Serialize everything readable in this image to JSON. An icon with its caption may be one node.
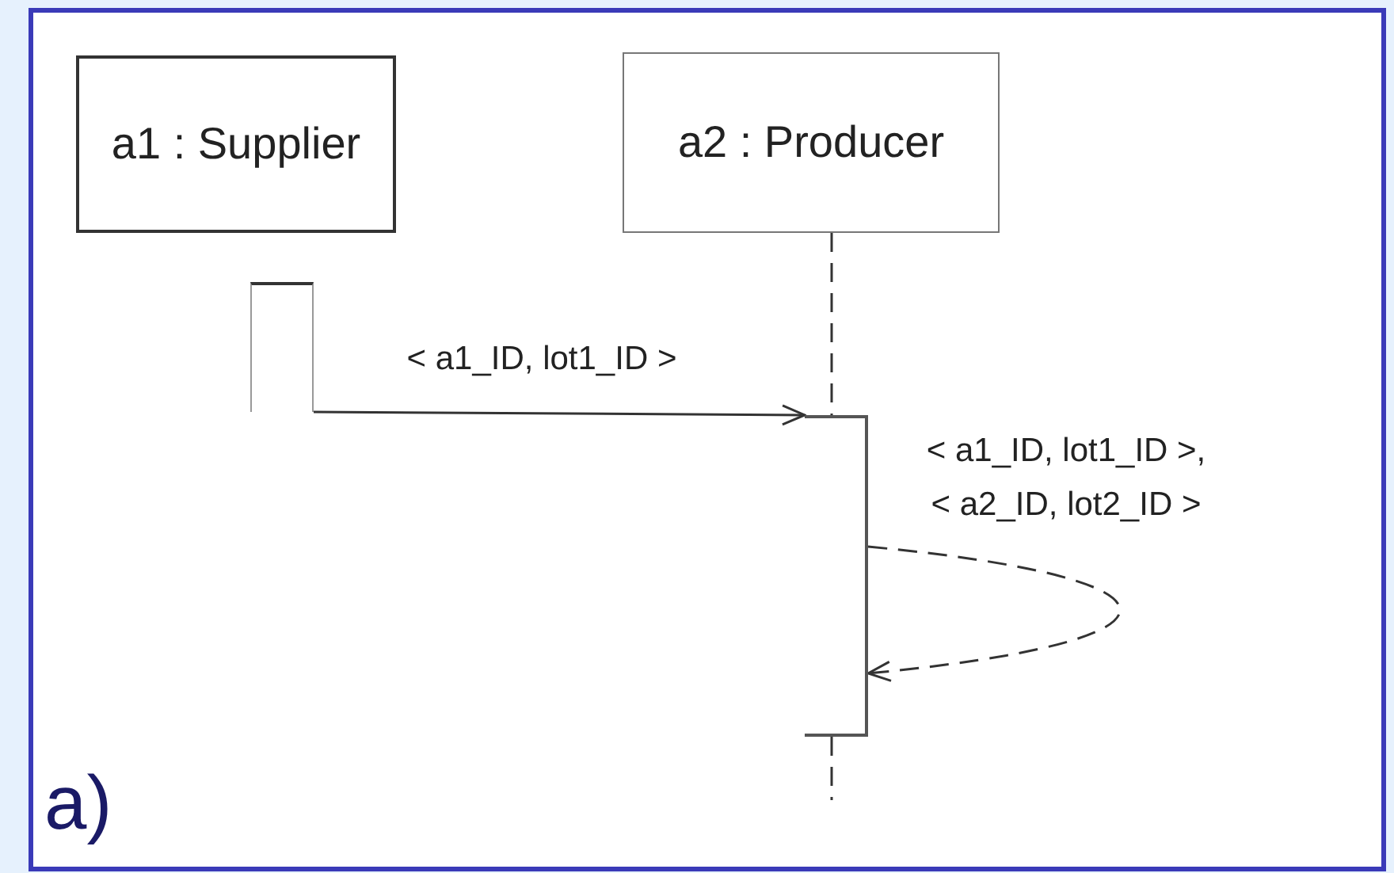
{
  "diagram": {
    "nodes": [
      {
        "text": [
          "a1 : Supplier"
        ]
      },
      {
        "text": [
          "a2 : Producer"
        ]
      },
      {
        "text": [],
        "shape": "bar"
      },
      {
        "text": [],
        "shape": "bar"
      }
    ],
    "edges": [
      {
        "from": 2,
        "to": 3,
        "arrow": "to",
        "label": "< a1_ID, lot1_ID >"
      },
      {
        "from": 3,
        "to": 3,
        "arrow": "to",
        "style": "dashed",
        "label": "< a1_ID, lot1_ID >, < a2_ID, lot2_ID >"
      },
      {
        "from": 1,
        "to": 3,
        "arrow": "none",
        "style": "dashed"
      }
    ],
    "labels": [
      "a)"
    ]
  }
}
